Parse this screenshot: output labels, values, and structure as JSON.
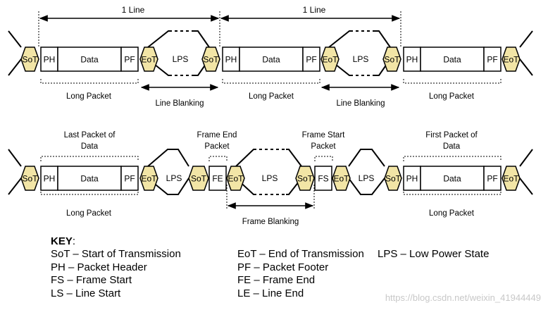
{
  "colors": {
    "sync_fill": "#f2e5a6",
    "stroke": "#000000",
    "background": "#ffffff",
    "watermark": "#c8c8c8"
  },
  "row1": {
    "dim_labels": [
      "1 Line",
      "1 Line"
    ],
    "lps_labels": [
      "LPS",
      "LPS"
    ],
    "below_labels": [
      "Long Packet",
      "Line Blanking",
      "Long Packet",
      "Line Blanking",
      "Long Packet"
    ],
    "cells": [
      {
        "label": "SoT",
        "kind": "sync"
      },
      {
        "label": "PH",
        "kind": "box"
      },
      {
        "label": "Data",
        "kind": "box"
      },
      {
        "label": "PF",
        "kind": "box"
      },
      {
        "label": "EoT",
        "kind": "sync"
      },
      {
        "label": "SoT",
        "kind": "sync"
      },
      {
        "label": "PH",
        "kind": "box"
      },
      {
        "label": "Data",
        "kind": "box"
      },
      {
        "label": "PF",
        "kind": "box"
      },
      {
        "label": "EoT",
        "kind": "sync"
      },
      {
        "label": "SoT",
        "kind": "sync"
      },
      {
        "label": "PH",
        "kind": "box"
      },
      {
        "label": "Data",
        "kind": "box"
      },
      {
        "label": "PF",
        "kind": "box"
      },
      {
        "label": "EoT",
        "kind": "sync"
      }
    ]
  },
  "row2": {
    "above_labels": [
      [
        "Last Packet of",
        "Data"
      ],
      [
        "Frame End",
        "Packet"
      ],
      [
        "Frame Start",
        "Packet"
      ],
      [
        "First Packet of",
        "Data"
      ]
    ],
    "lps_labels": [
      "LPS",
      "LPS",
      "LPS"
    ],
    "below_labels": [
      "Long Packet",
      "Frame Blanking",
      "Long Packet"
    ],
    "cells": [
      {
        "label": "SoT",
        "kind": "sync"
      },
      {
        "label": "PH",
        "kind": "box"
      },
      {
        "label": "Data",
        "kind": "box"
      },
      {
        "label": "PF",
        "kind": "box"
      },
      {
        "label": "EoT",
        "kind": "sync"
      },
      {
        "label": "SoT",
        "kind": "sync"
      },
      {
        "label": "FE",
        "kind": "box"
      },
      {
        "label": "EoT",
        "kind": "sync"
      },
      {
        "label": "SoT",
        "kind": "sync"
      },
      {
        "label": "FS",
        "kind": "box"
      },
      {
        "label": "EoT",
        "kind": "sync"
      },
      {
        "label": "SoT",
        "kind": "sync"
      },
      {
        "label": "PH",
        "kind": "box"
      },
      {
        "label": "Data",
        "kind": "box"
      },
      {
        "label": "PF",
        "kind": "box"
      },
      {
        "label": "EoT",
        "kind": "sync"
      }
    ]
  },
  "key": {
    "title": "KEY",
    "colon": ":",
    "col1": [
      "SoT – Start of Transmission",
      "PH – Packet Header",
      "FS – Frame Start",
      "LS – Line Start"
    ],
    "col2": [
      "EoT – End of Transmission",
      "PF – Packet Footer",
      "FE – Frame End",
      "LE – Line End"
    ],
    "col3": [
      "LPS – Low Power State"
    ]
  },
  "watermark": "https://blog.csdn.net/weixin_41944449"
}
